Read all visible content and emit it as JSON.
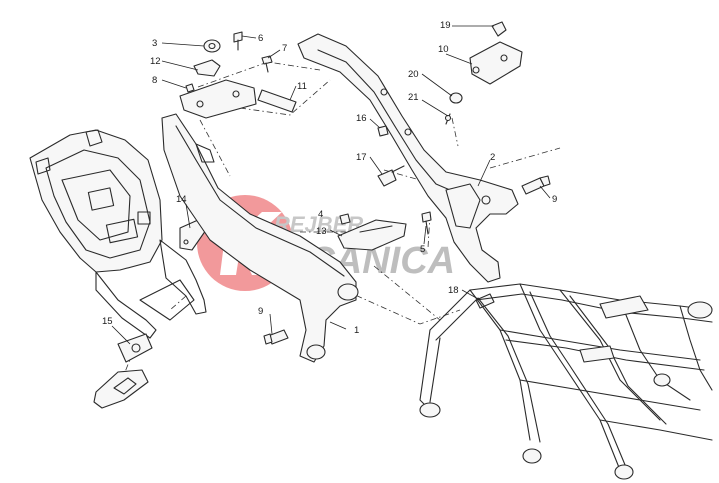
{
  "callouts": {
    "c1": "1",
    "c2": "2",
    "c3": "3",
    "c4": "4",
    "c5": "5",
    "c6": "6",
    "c7": "7",
    "c8": "8",
    "c9a": "9",
    "c9b": "9",
    "c10": "10",
    "c11": "11",
    "c12": "12",
    "c13": "13",
    "c14": "14",
    "c15": "15",
    "c16": "16",
    "c17": "17",
    "c18": "18",
    "c19": "19",
    "c20": "20",
    "c21": "21"
  },
  "watermark": {
    "line1": "REJBER",
    "line2": "ECANICA",
    "logo_color": "#e8474b",
    "text_color": "#7a7a7a"
  }
}
